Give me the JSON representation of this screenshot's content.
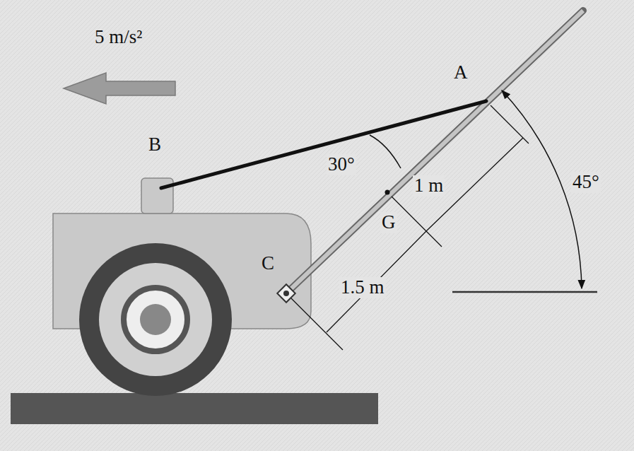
{
  "diagram": {
    "labels": [
      "5 m/s²",
      "A",
      "B",
      "C",
      "G",
      "30°",
      "1 m",
      "1.5 m",
      "45°"
    ]
  }
}
